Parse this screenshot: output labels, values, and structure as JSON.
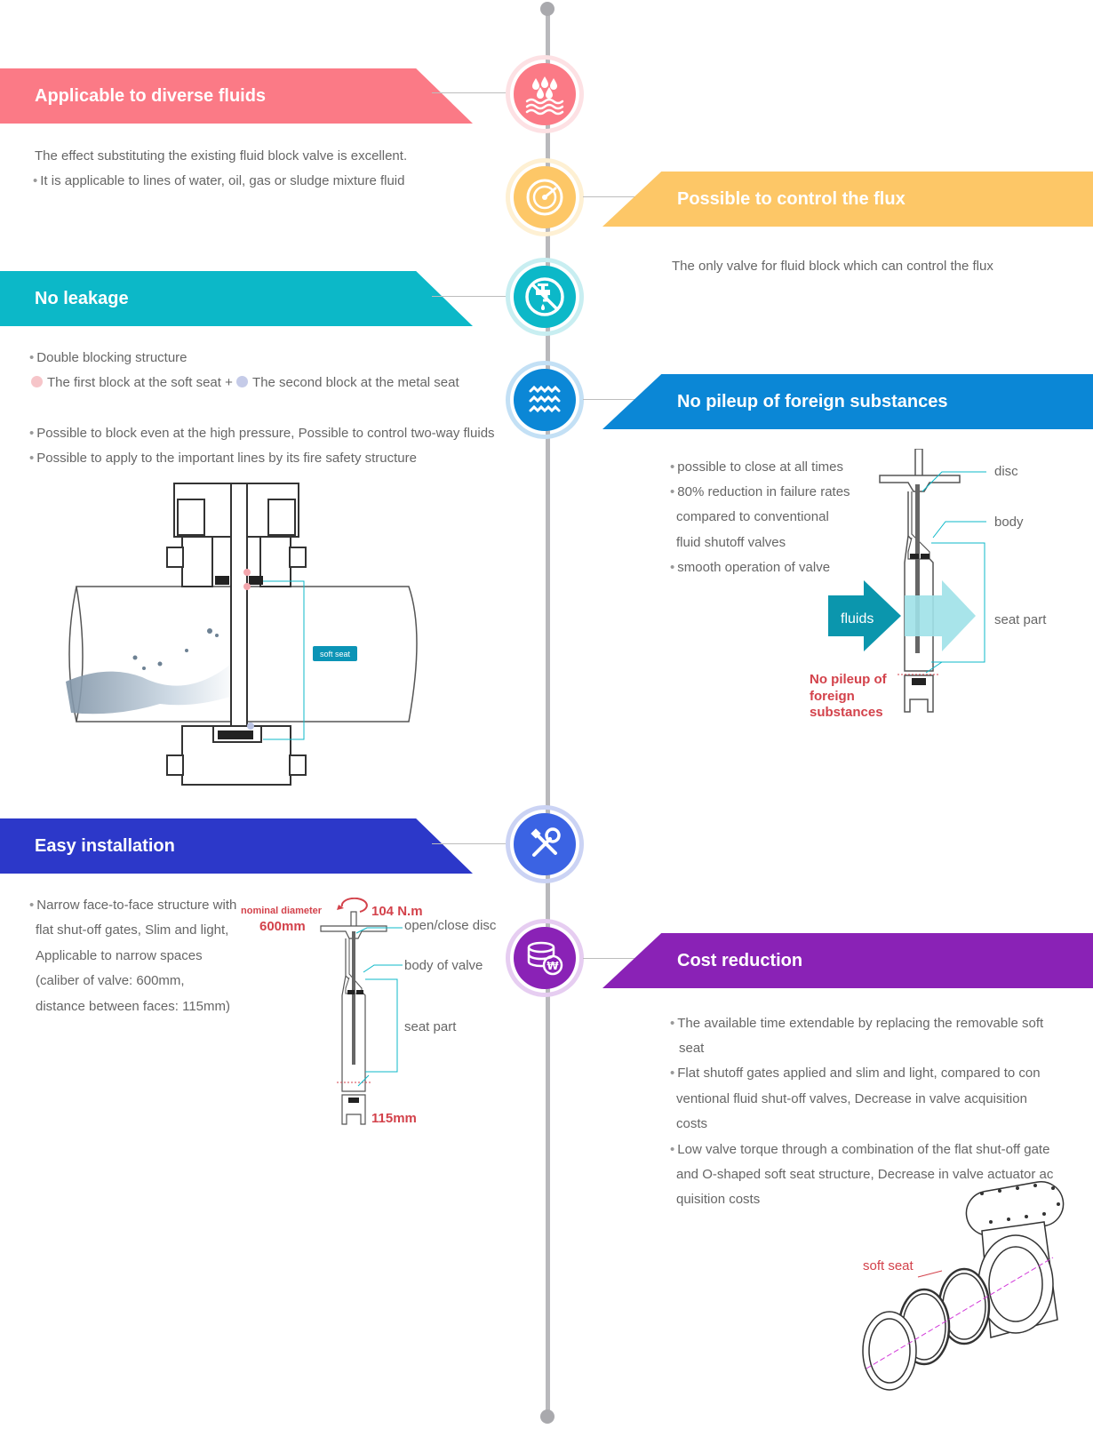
{
  "colors": {
    "pink": "#fb7a86",
    "yellow": "#fdc767",
    "cyan": "#0cb8c8",
    "blue": "#0b87d6",
    "indigo": "#2c38c9",
    "purple": "#8a22b6",
    "timeline": "#b9b9bc"
  },
  "sections": {
    "diverse": {
      "title": "Applicable to diverse fluids",
      "icon": "water-drops-icon",
      "lines": [
        "The effect substituting the existing fluid block valve is excellent.",
        "It is applicable to lines of water, oil, gas or sludge mixture fluid"
      ]
    },
    "flux": {
      "title": "Possible to control the flux",
      "icon": "gauge-icon",
      "lines": [
        "The only valve for fluid block which can control the flux"
      ]
    },
    "leakage": {
      "title": "No leakage",
      "icon": "no-leak-faucet-icon",
      "lines": [
        "Double blocking structure",
        "The first block at the soft seat +",
        "The second block at the metal seat",
        "Possible to block even at the high pressure, Possible to control   two-way fluids",
        "Possible to apply to the important lines by its fire safety structure"
      ],
      "diagram_label": "soft seat"
    },
    "pileup": {
      "title": "No pileup of foreign substances",
      "icon": "waves-icon",
      "lines": [
        "possible to close at all times",
        "80% reduction in failure rates",
        "compared to conventional",
        "fluid shutoff valves",
        "smooth operation of valve"
      ],
      "diagram": {
        "disc": "disc",
        "body": "body",
        "seat": "seat part",
        "fluids": "fluids",
        "note": [
          "No pileup of",
          "foreign",
          "substances"
        ]
      }
    },
    "install": {
      "title": "Easy installation",
      "icon": "tools-icon",
      "lines": [
        "Narrow face-to-face structure with",
        "flat shut-off gates, Slim and light,",
        "Applicable to narrow spaces",
        "(caliber of valve: 600mm,",
        "distance between faces: 115mm)"
      ],
      "diagram": {
        "nominal": "nominal diameter",
        "nominal_value": "600mm",
        "torque": "104 N.m",
        "disc": "open/close disc",
        "body": "body of valve",
        "seat": "seat part",
        "width": "115mm"
      }
    },
    "cost": {
      "title": "Cost reduction",
      "icon": "coins-icon",
      "lines": [
        "The available time extendable by replacing the removable soft",
        "seat",
        "Flat shutoff gates applied and slim and light, compared to con",
        "ventional fluid shut-off valves, Decrease in valve acquisition",
        "costs",
        "Low valve torque through a combination of the flat shut-off gate",
        "and O-shaped soft seat structure, Decrease in valve actuator ac",
        "quisition costs"
      ],
      "diagram_label": "soft seat"
    }
  }
}
